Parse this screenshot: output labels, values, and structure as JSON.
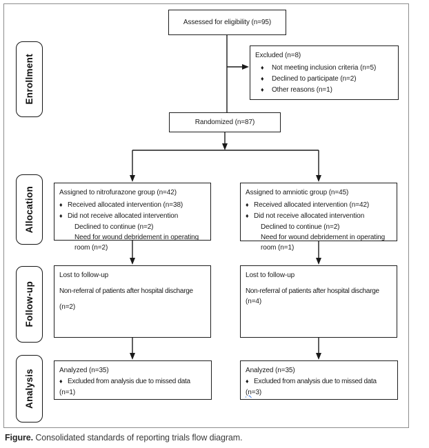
{
  "icons": {
    "bullet": "♦"
  },
  "stages": {
    "enrollment": "Enrollment",
    "allocation": "Allocation",
    "followup": "Follow-up",
    "analysis": "Analysis"
  },
  "boxes": {
    "eligibility": {
      "text": "Assessed for eligibility (n=95)"
    },
    "excluded": {
      "title": "Excluded (n=8)",
      "items": [
        "Not meeting inclusion criteria (n=5)",
        "Declined to participate (n=2)",
        "Other reasons (n=1)"
      ]
    },
    "randomized": {
      "text": "Randomized (n=87)"
    },
    "allocation_left": {
      "title": "Assigned to nitrofurazone group (n=42)",
      "bullet1": "Received allocated intervention (n=38)",
      "bullet2": "Did not receive allocated intervention",
      "sub1": "Declined to continue (n=2)",
      "sub2": "Need for wound debridement in operating room (n=2)"
    },
    "allocation_right": {
      "title": "Assigned to amniotic group (n=45)",
      "bullet1": "Received allocated intervention (n=42)",
      "bullet2": "Did not receive allocated intervention",
      "sub1": "Declined to continue (n=2)",
      "sub2": "Need for wound debridement in operating room (n=1)"
    },
    "followup_left": {
      "line1": "Lost to follow-up",
      "line2": "Non-referral of patients after hospital discharge",
      "line3": "(n=2)"
    },
    "followup_right": {
      "line1": "Lost to follow-up",
      "line2": "Non-referral of patients after hospital discharge",
      "line3": "(n=4)"
    },
    "analysis_left": {
      "title": "Analyzed (n=35)",
      "bullet": "Excluded from analysis due to missed data",
      "tail": "(n=1)"
    },
    "analysis_right": {
      "title": "Analyzed (n=35)",
      "bullet": "Excluded from analysis due to missed data",
      "tail_marked": "(n",
      "tail_rest": "=3)"
    }
  },
  "caption": {
    "label": "Figure.",
    "text": " Consolidated standards of reporting trials flow diagram."
  }
}
